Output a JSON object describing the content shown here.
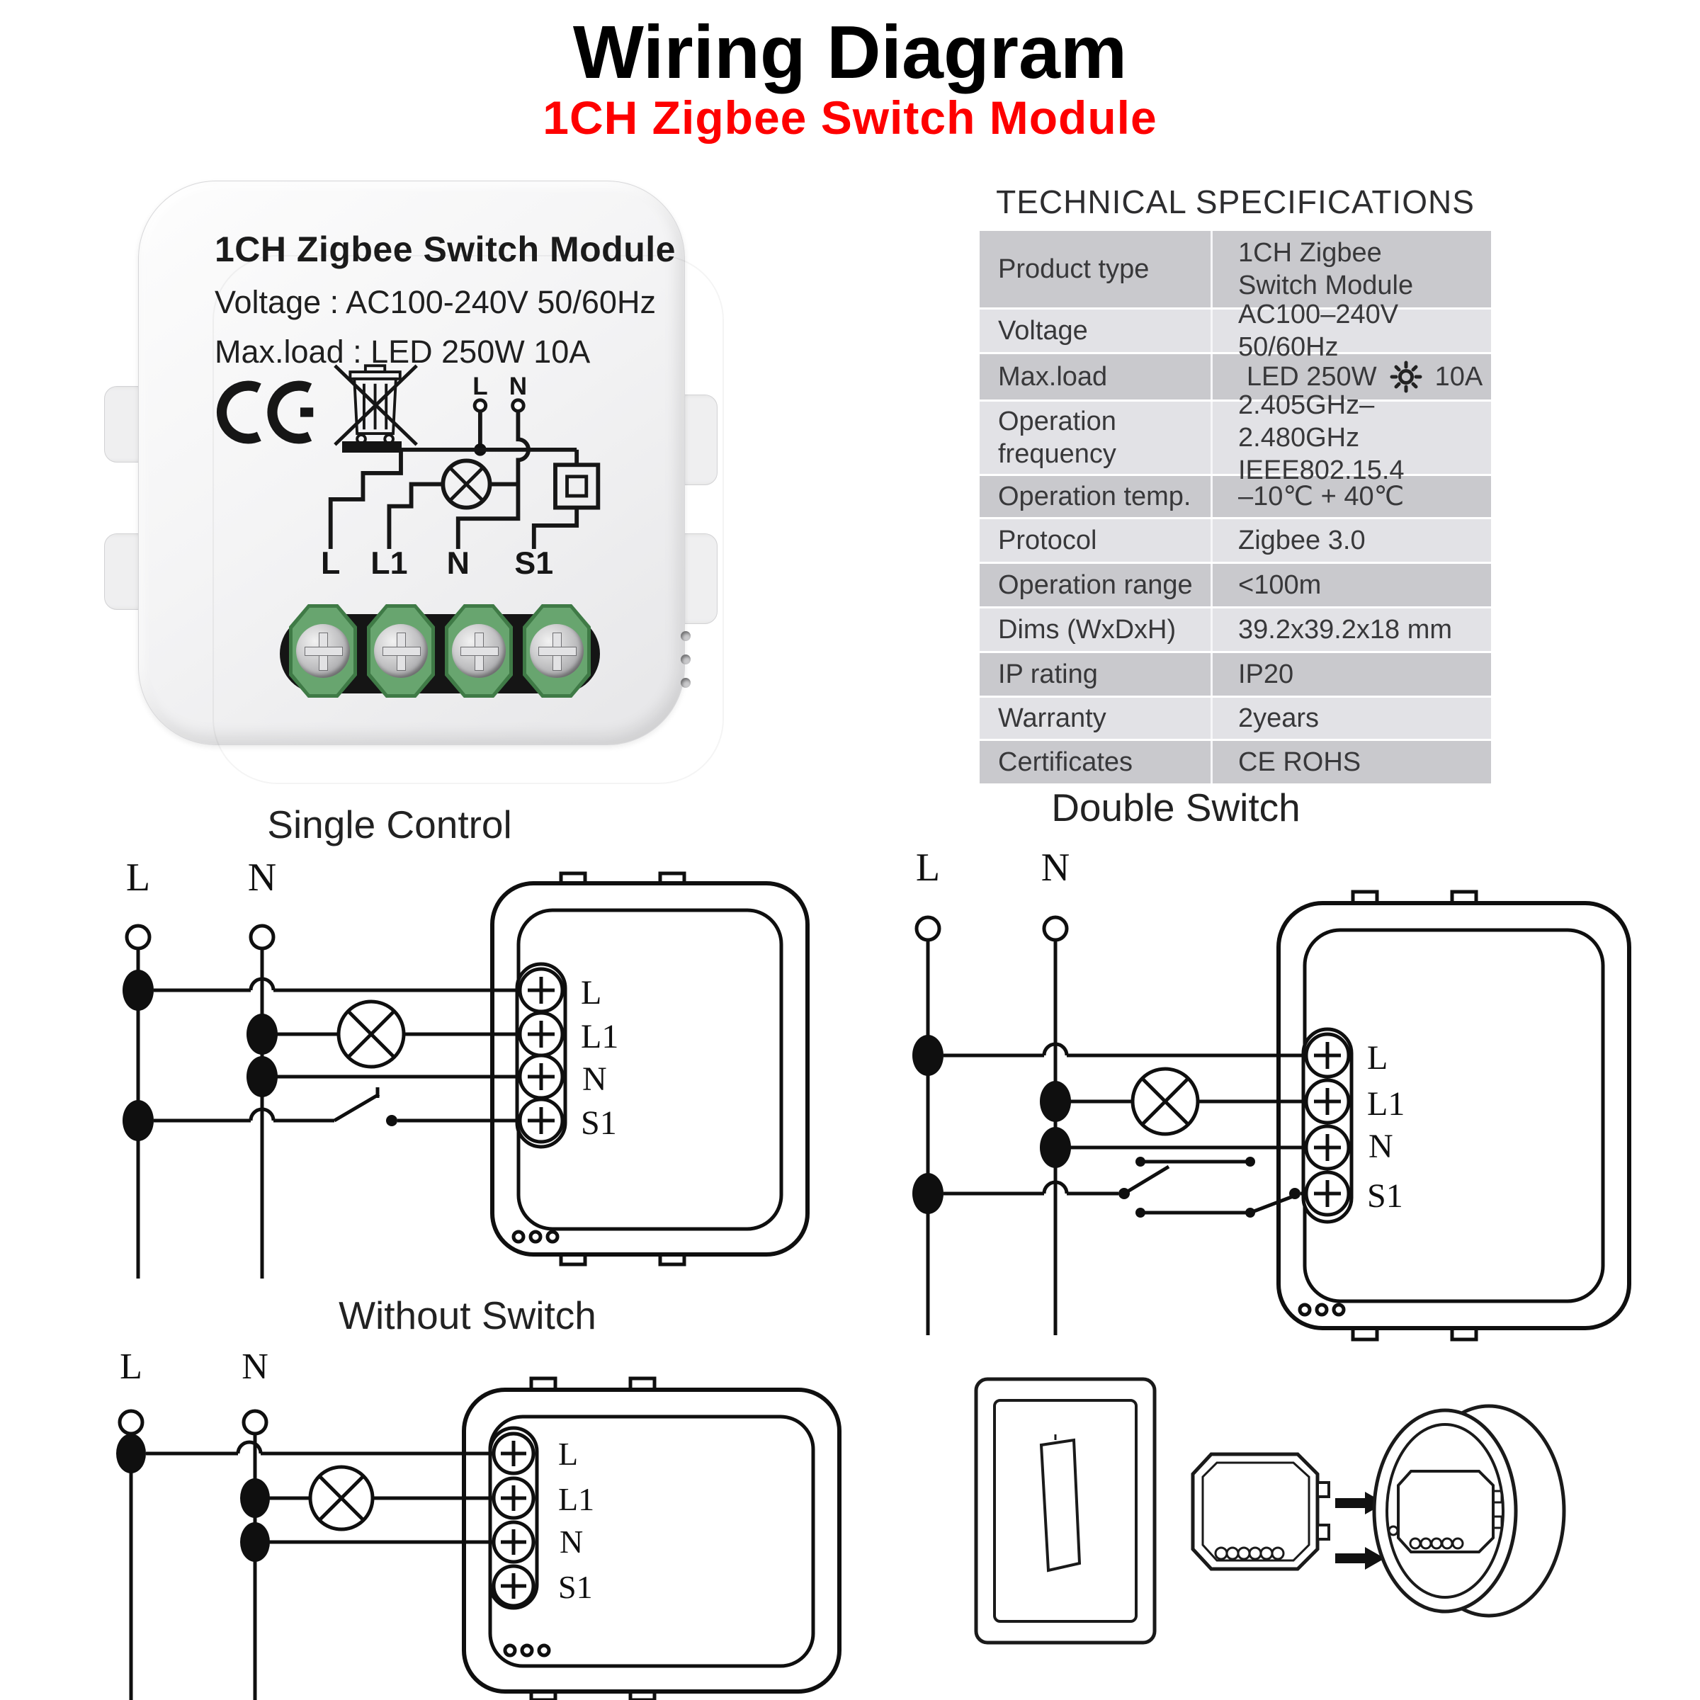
{
  "header": {
    "title": "Wiring Diagram",
    "subtitle": "1CH Zigbee Switch Module"
  },
  "colors": {
    "accent_red": "#fe0000",
    "table_row_dark": "#c9c9cd",
    "table_row_light": "#e2e2e6",
    "terminal_green": "#68a56f"
  },
  "product": {
    "line1": "1CH Zigbee Switch Module",
    "line2": "Voltage : AC100-240V 50/60Hz",
    "line3": "Max.load : LED 250W  10A",
    "icons": [
      "ce-mark-icon",
      "weee-bin-icon"
    ],
    "schematic": {
      "top": [
        "L",
        "N"
      ],
      "bottom": [
        "L",
        "L1",
        "N",
        "S1"
      ]
    }
  },
  "specs": {
    "heading": "TECHNICAL SPECIFICATIONS",
    "rows": [
      {
        "label": "Product type",
        "value": "1CH Zigbee",
        "value2": "Switch Module"
      },
      {
        "label": "Voltage",
        "value": "AC100–240V 50/60Hz"
      },
      {
        "label": "Max.load",
        "value": "LED 250W",
        "value2": "10A",
        "icon": "sun-bulb-icon"
      },
      {
        "label": "Operation",
        "label2": "frequency",
        "value": "2.405GHz–2.480GHz",
        "value2": "IEEE802.15.4"
      },
      {
        "label": "Operation temp.",
        "value": "–10℃ + 40℃"
      },
      {
        "label": "Protocol",
        "value": "Zigbee  3.0"
      },
      {
        "label": "Operation range",
        "value": "<100m"
      },
      {
        "label": "Dims (WxDxH)",
        "value": "39.2x39.2x18 mm"
      },
      {
        "label": "IP rating",
        "value": "IP20"
      },
      {
        "label": "Warranty",
        "value": "2years"
      },
      {
        "label": "Certificates",
        "value": "CE ROHS"
      }
    ]
  },
  "diagrams": {
    "single": {
      "title": "Single Control",
      "supply": [
        "L",
        "N"
      ],
      "terminals": [
        "L",
        "L1",
        "N",
        "S1"
      ]
    },
    "double": {
      "title": "Double Switch",
      "supply": [
        "L",
        "N"
      ],
      "terminals": [
        "L",
        "L1",
        "N",
        "S1"
      ]
    },
    "without": {
      "title": "Without Switch",
      "supply": [
        "L",
        "N"
      ],
      "terminals": [
        "L",
        "L1",
        "N",
        "S1"
      ]
    }
  }
}
